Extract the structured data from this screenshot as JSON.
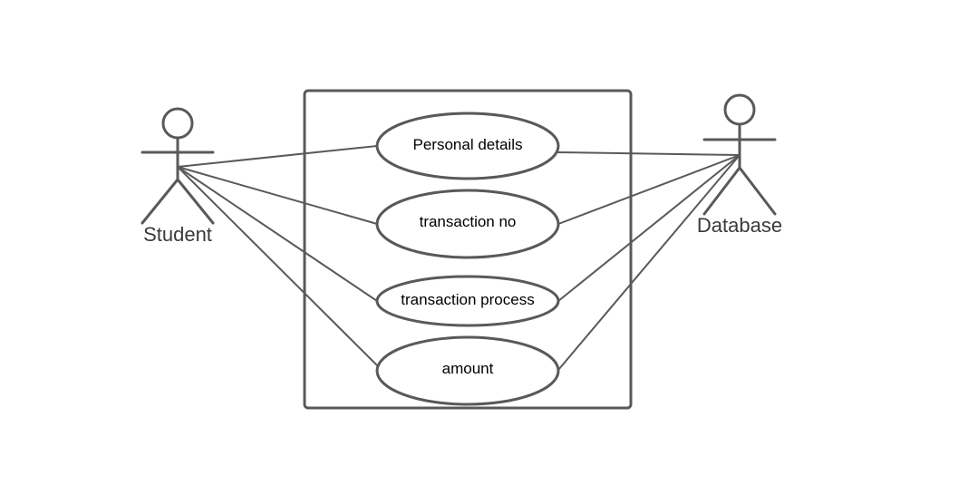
{
  "diagram": {
    "type": "use-case",
    "actors": [
      {
        "id": "student",
        "label": "Student"
      },
      {
        "id": "database",
        "label": "Database"
      }
    ],
    "use_cases": [
      {
        "id": "personal-details",
        "label": "Personal details"
      },
      {
        "id": "transaction-no",
        "label": "transaction no"
      },
      {
        "id": "transaction-process",
        "label": "transaction process"
      },
      {
        "id": "amount",
        "label": "amount"
      }
    ],
    "associations": [
      {
        "from": "student",
        "to": "personal-details"
      },
      {
        "from": "student",
        "to": "transaction-no"
      },
      {
        "from": "student",
        "to": "transaction-process"
      },
      {
        "from": "student",
        "to": "amount"
      },
      {
        "from": "database",
        "to": "personal-details"
      },
      {
        "from": "database",
        "to": "transaction-no"
      },
      {
        "from": "database",
        "to": "transaction-process"
      },
      {
        "from": "database",
        "to": "amount"
      }
    ],
    "line_color": "#595959",
    "text_color": "#000000"
  }
}
